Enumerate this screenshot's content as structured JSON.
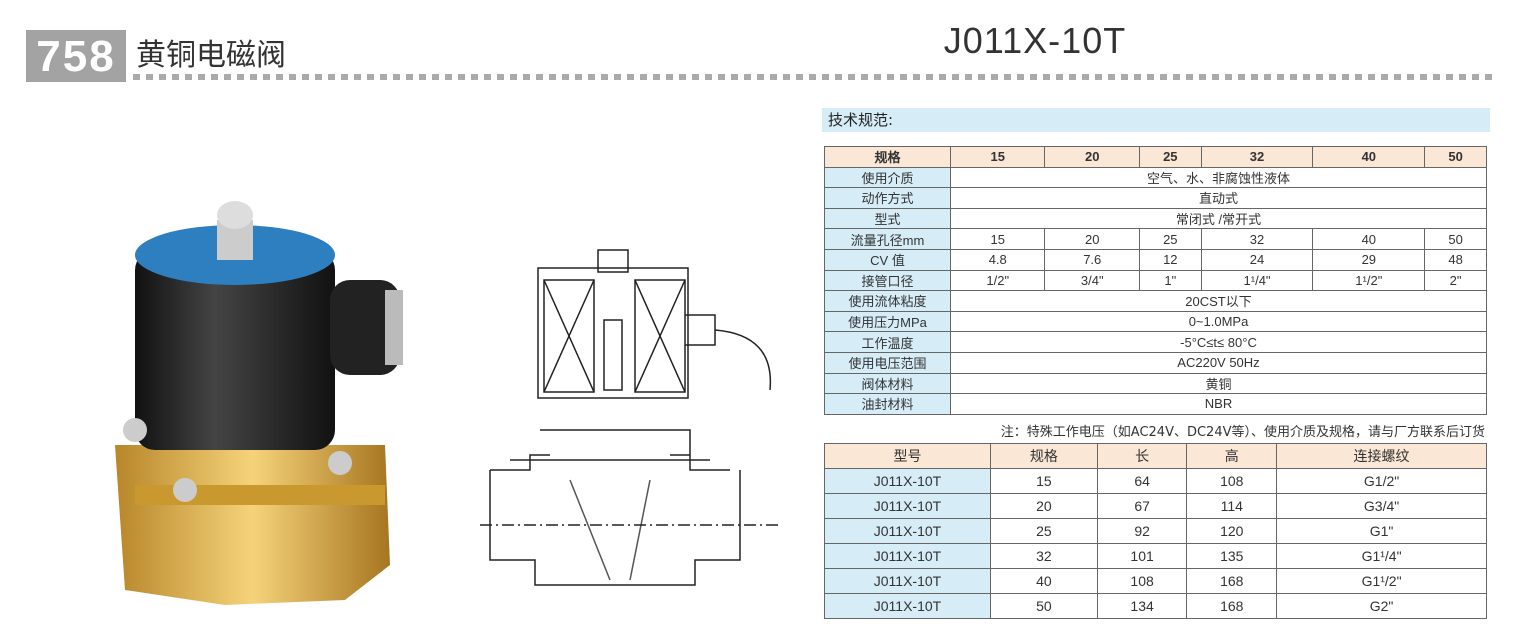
{
  "header": {
    "page_number": "758",
    "title": "黄铜电磁阀",
    "model": "J011X-10T"
  },
  "spec": {
    "heading": "技术规范:",
    "size_label": "规格",
    "sizes": [
      "15",
      "20",
      "25",
      "32",
      "40",
      "50"
    ],
    "rows_merged": [
      {
        "label": "使用介质",
        "value": "空气、水、非腐蚀性液体"
      },
      {
        "label": "动作方式",
        "value": "直动式"
      },
      {
        "label": "型式",
        "value": "常闭式 /常开式"
      }
    ],
    "rows_split": [
      {
        "label": "流量孔径mm",
        "values": [
          "15",
          "20",
          "25",
          "32",
          "40",
          "50"
        ]
      },
      {
        "label": "CV 值",
        "values": [
          "4.8",
          "7.6",
          "12",
          "24",
          "29",
          "48"
        ]
      },
      {
        "label": "接管口径",
        "values": [
          "1/2\"",
          "3/4\"",
          "1\"",
          "1¹/4\"",
          "1¹/2\"",
          "2\""
        ]
      }
    ],
    "rows_merged2": [
      {
        "label": "使用流体粘度",
        "value": "20CST以下"
      },
      {
        "label": "使用压力MPa",
        "value": "0~1.0MPa"
      },
      {
        "label": "工作温度",
        "value": "-5°C≤t≤ 80°C"
      },
      {
        "label": "使用电压范围",
        "value": "AC220V  50Hz"
      },
      {
        "label": "阀体材料",
        "value": "黄铜"
      },
      {
        "label": "油封材料",
        "value": "NBR"
      }
    ],
    "note": "注：特殊工作电压（如AC24V、DC24V等）、使用介质及规格，请与厂方联系后订货"
  },
  "dims": {
    "headers": [
      "型号",
      "规格",
      "长",
      "高",
      "连接螺纹"
    ],
    "rows": [
      [
        "J011X-10T",
        "15",
        "64",
        "108",
        "G1/2\""
      ],
      [
        "J011X-10T",
        "20",
        "67",
        "114",
        "G3/4\""
      ],
      [
        "J011X-10T",
        "25",
        "92",
        "120",
        "G1\""
      ],
      [
        "J011X-10T",
        "32",
        "101",
        "135",
        "G1¹/4\""
      ],
      [
        "J011X-10T",
        "40",
        "108",
        "168",
        "G1¹/2\""
      ],
      [
        "J011X-10T",
        "50",
        "134",
        "168",
        "G2\""
      ]
    ]
  }
}
